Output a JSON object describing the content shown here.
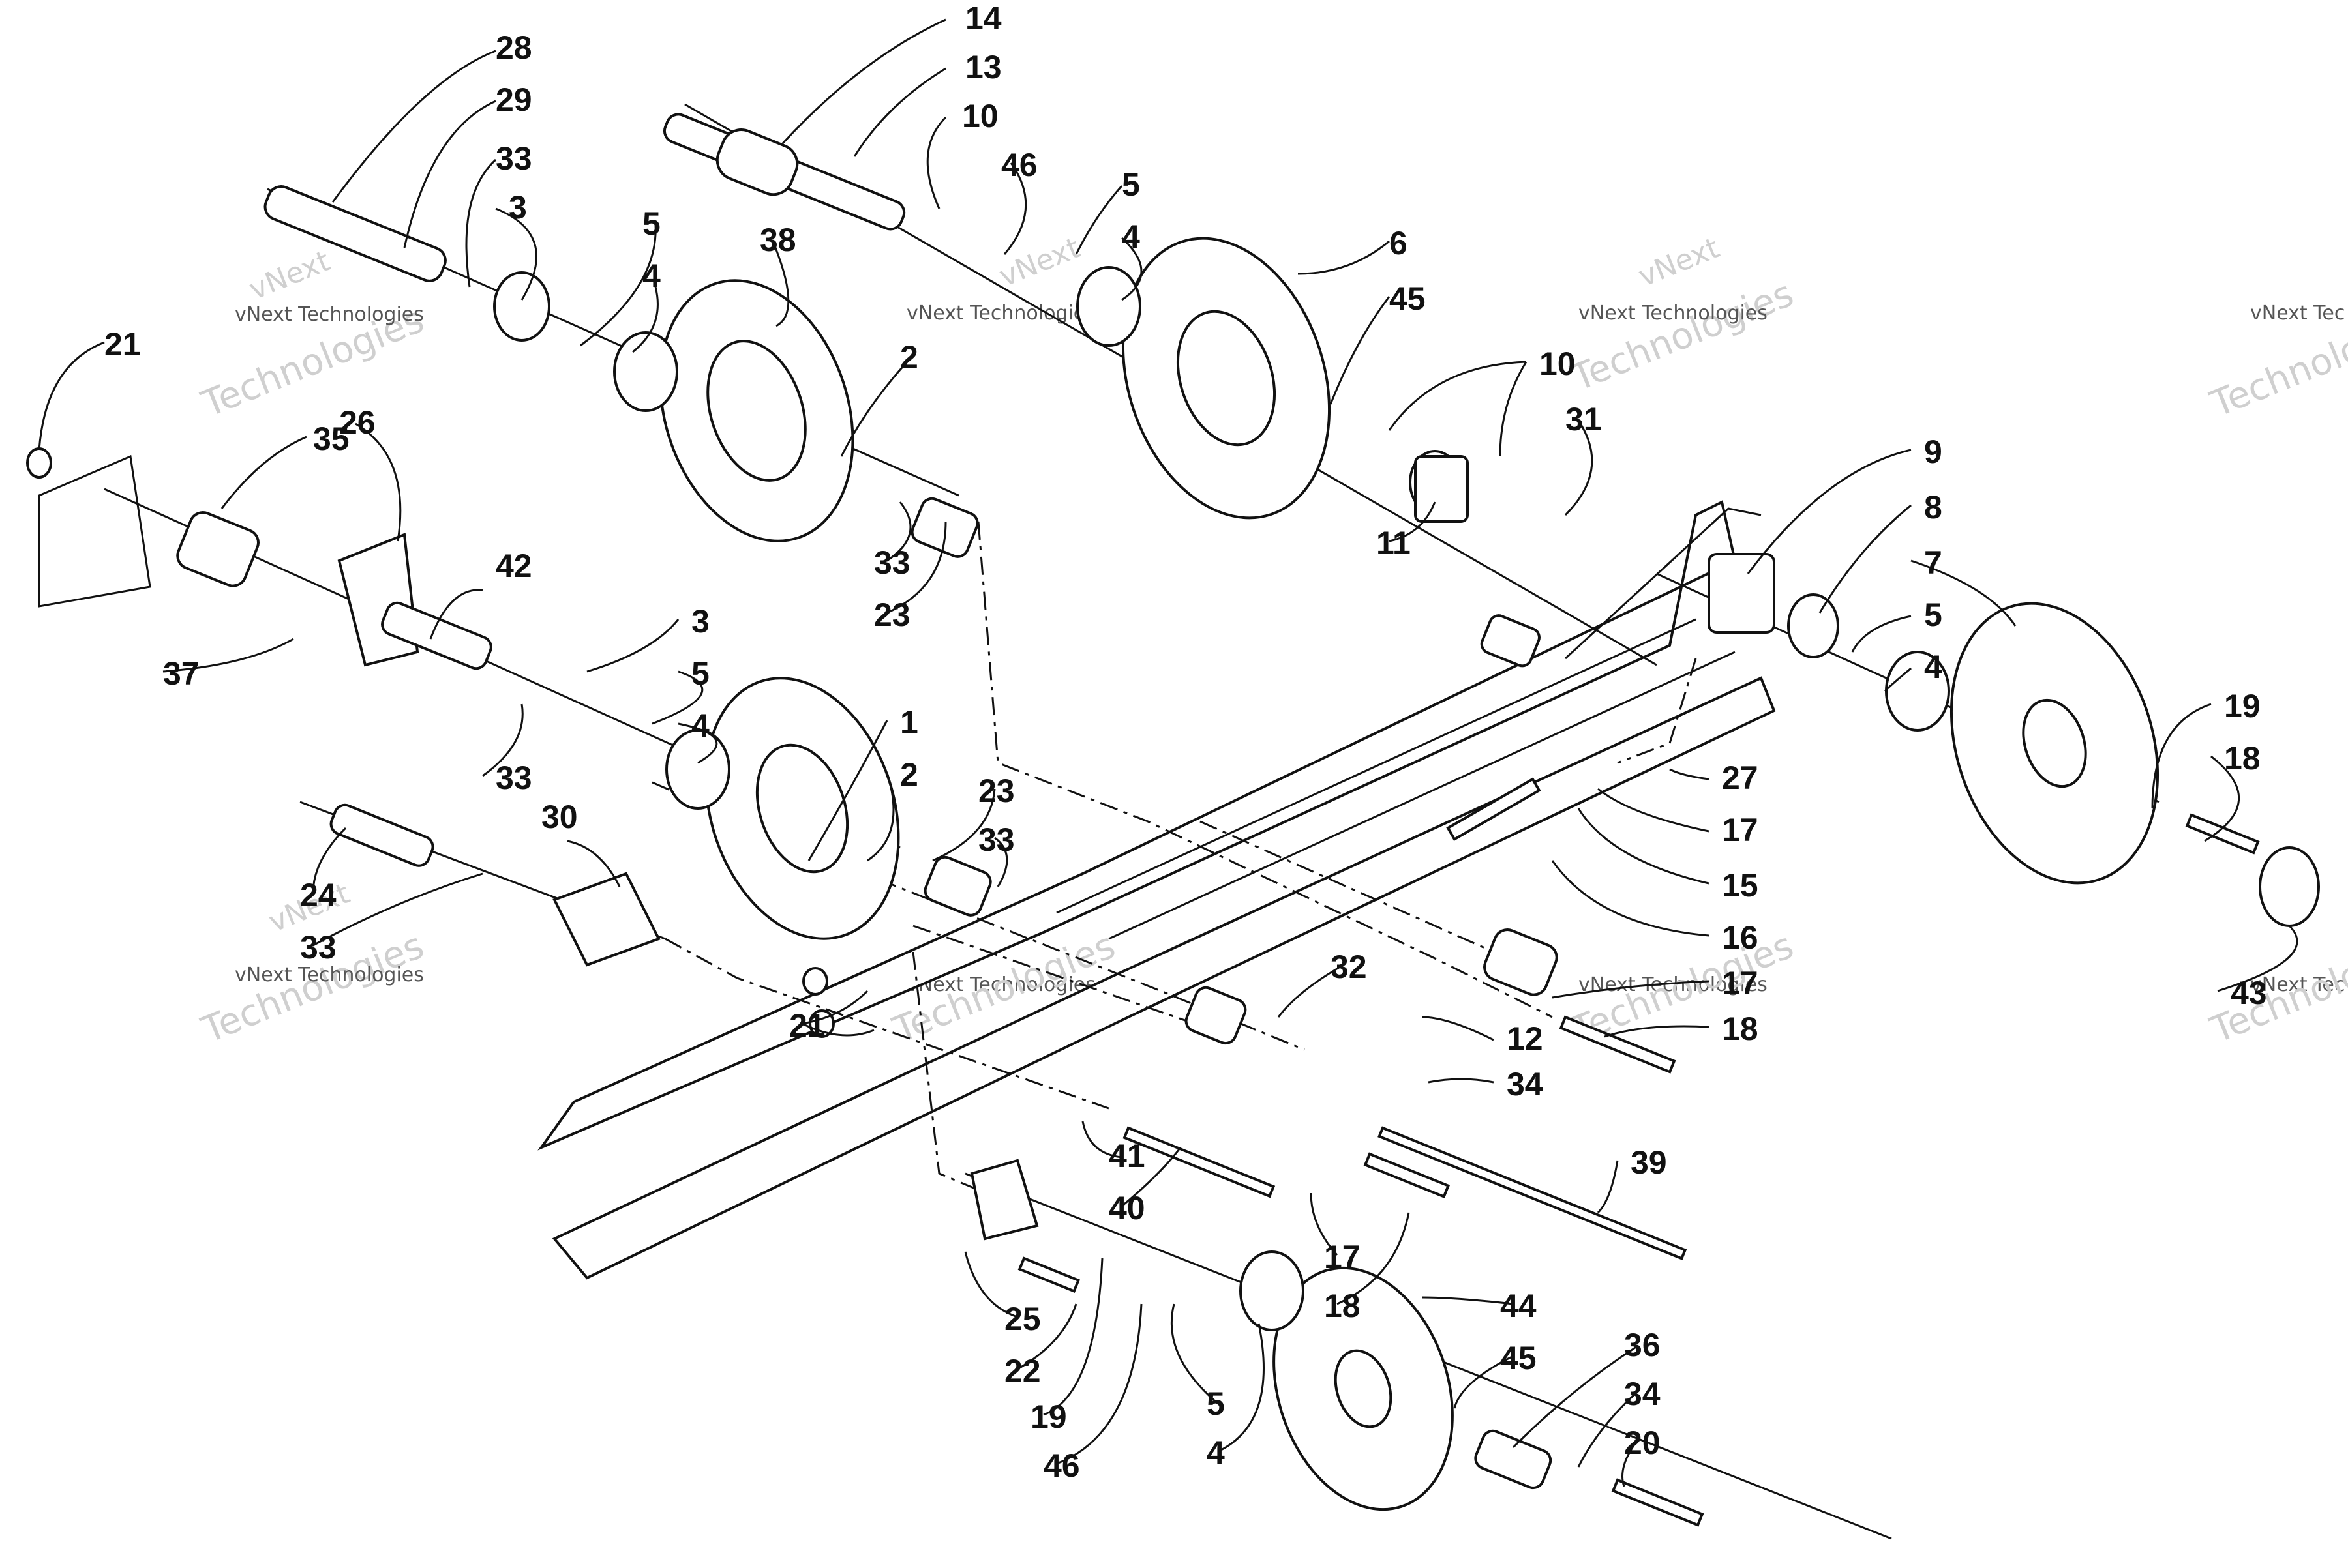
{
  "diagram": {
    "watermark_line1": "vNext",
    "watermark_line2": "Technologies",
    "watermark_small": "vNext Technologies",
    "watermark_edge": "vNext Tec"
  },
  "labels": [
    "28",
    "29",
    "33",
    "3",
    "5",
    "4",
    "38",
    "14",
    "13",
    "10",
    "46",
    "5",
    "4",
    "6",
    "45",
    "21",
    "26",
    "35",
    "2",
    "33",
    "23",
    "10",
    "31",
    "11",
    "9",
    "8",
    "7",
    "5",
    "4",
    "42",
    "37",
    "3",
    "5",
    "4",
    "33",
    "1",
    "2",
    "23",
    "33",
    "27",
    "17",
    "15",
    "16",
    "19",
    "18",
    "43",
    "24",
    "33",
    "30",
    "32",
    "12",
    "34",
    "17",
    "18",
    "21",
    "41",
    "40",
    "17",
    "18",
    "39",
    "25",
    "22",
    "19",
    "46",
    "5",
    "4",
    "44",
    "45",
    "36",
    "34",
    "20"
  ]
}
